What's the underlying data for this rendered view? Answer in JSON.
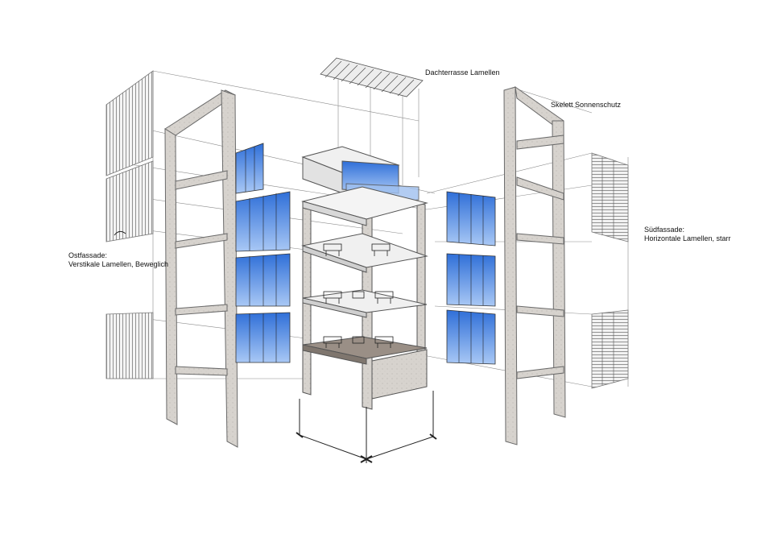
{
  "labels": {
    "roof_terrace": "Dachterrasse Lamellen",
    "skeleton": "Skelett Sonnenschutz",
    "east_facade": [
      "Ostfassade:",
      "Verstikale Lamellen, Beweglich"
    ],
    "south_facade": [
      "Südfassade:",
      "Horizontale Lamellen, starr"
    ]
  },
  "colors": {
    "concrete": "#d9d6d2",
    "concrete_dark": "#a9a5a0",
    "glass": "#4a86e0",
    "glass_light": "#a9c8f5",
    "line": "#6b6b6b",
    "louver": "#e8e8e8"
  }
}
